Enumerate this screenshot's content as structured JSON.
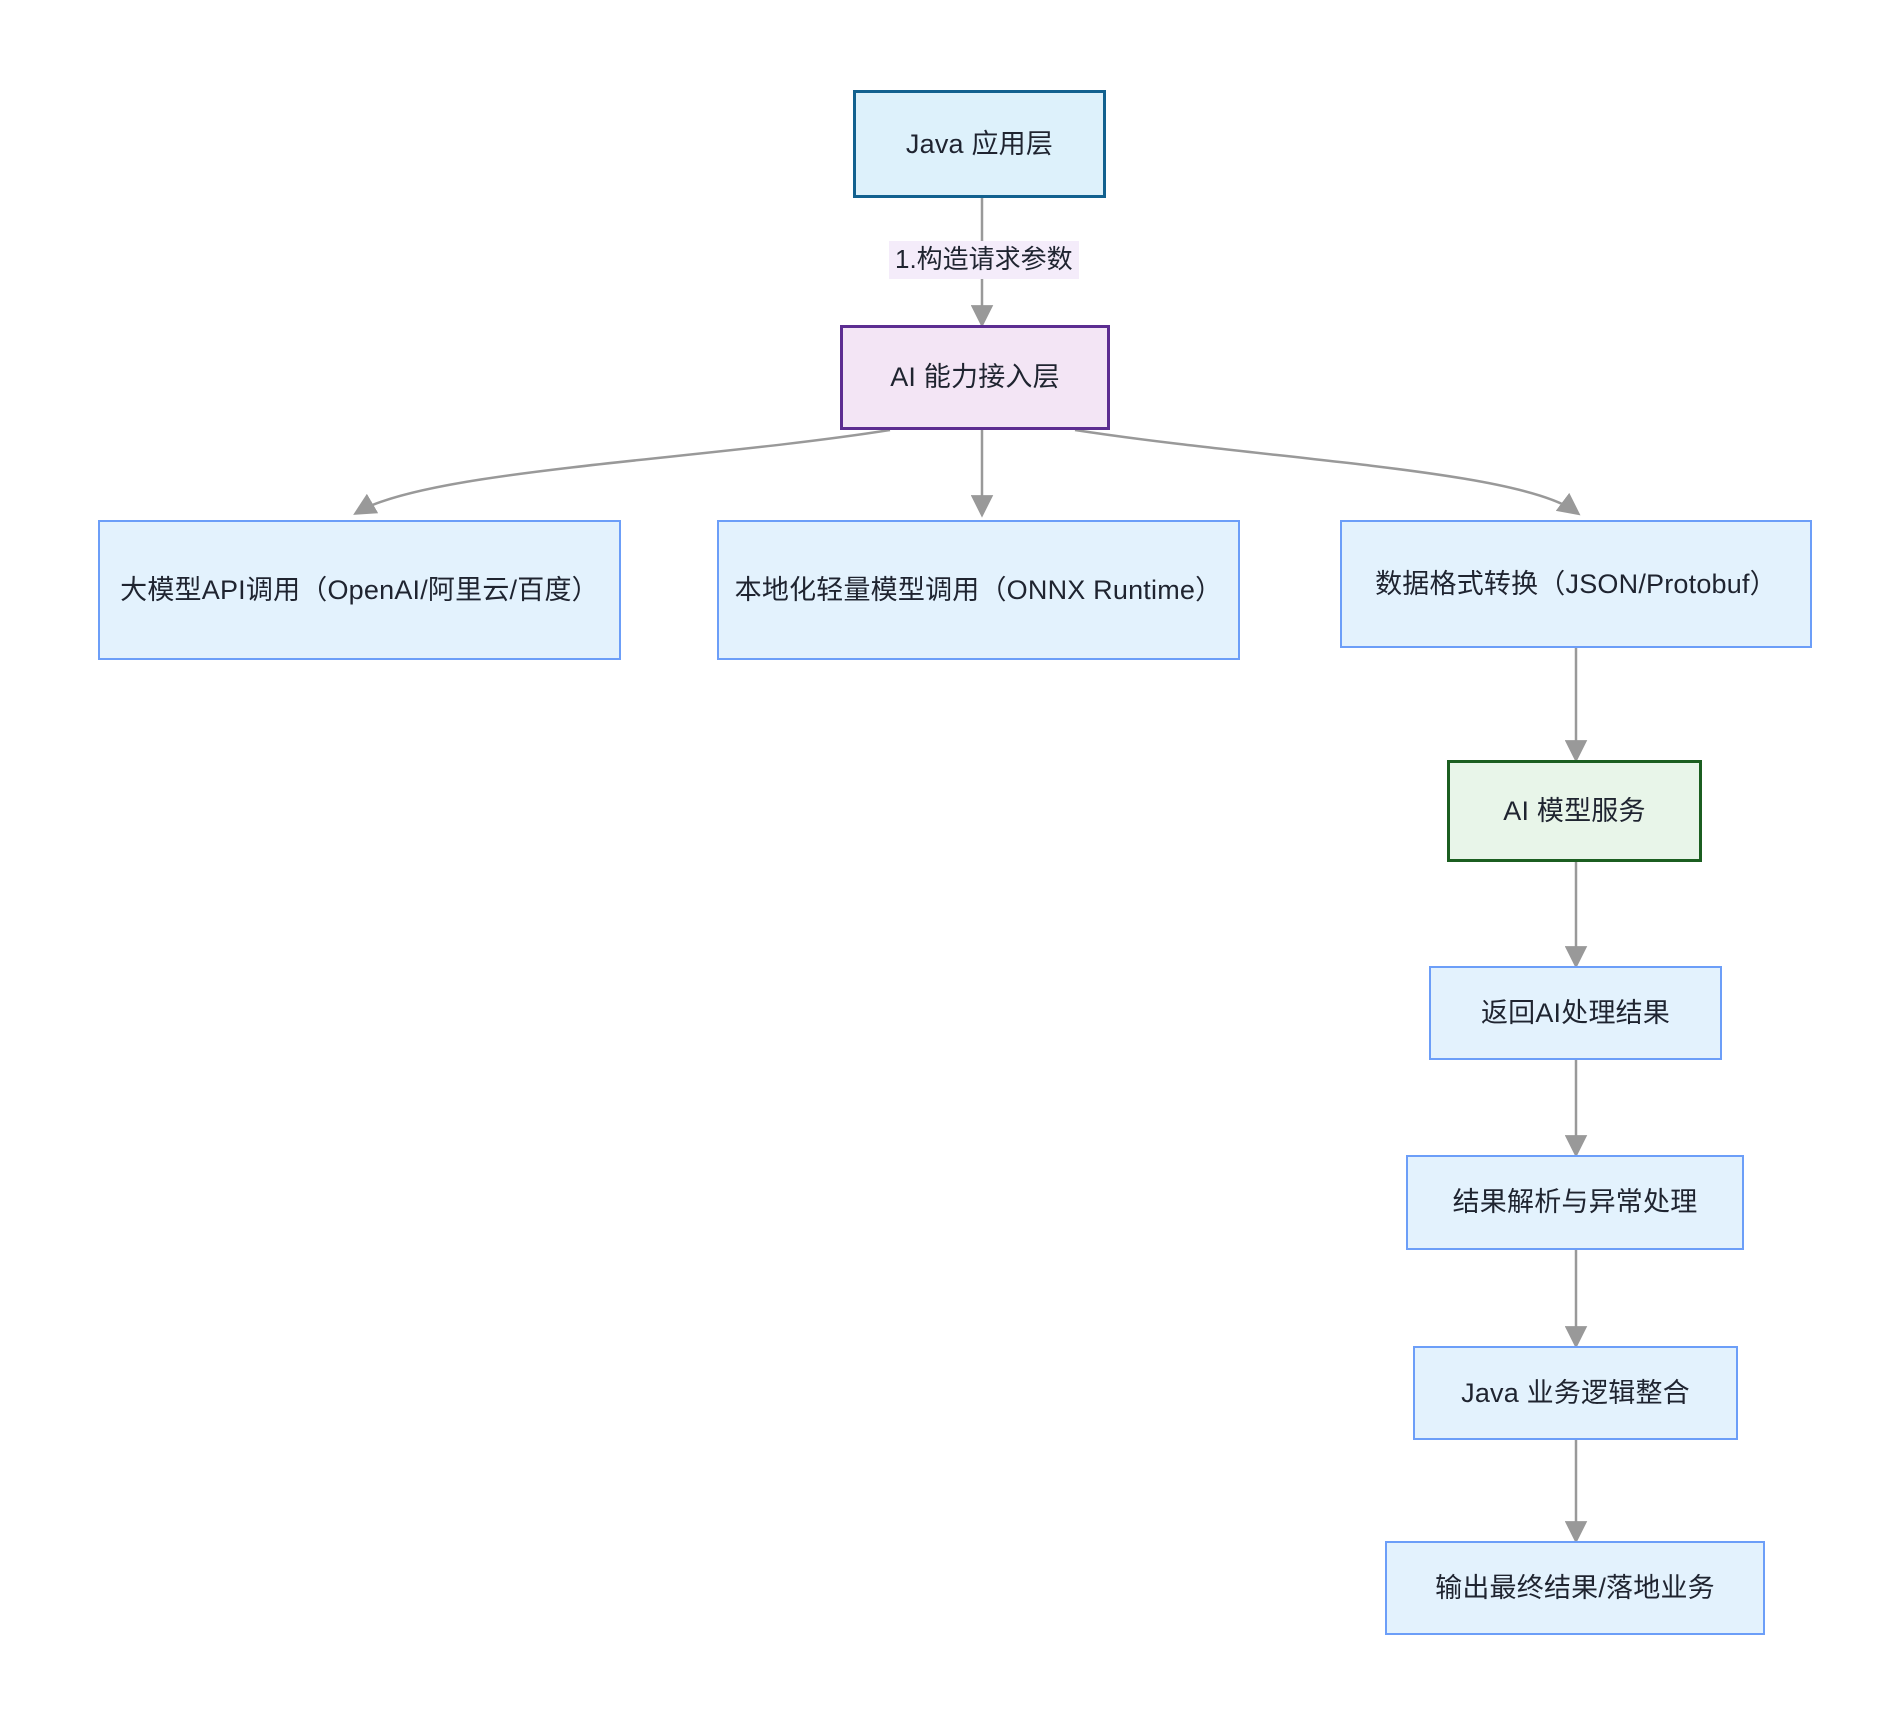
{
  "diagram": {
    "type": "flowchart",
    "direction": "top-down",
    "background_color": "#ffffff",
    "edge_color": "#999999",
    "nodes": [
      {
        "id": "java-app-layer",
        "label": "Java 应用层",
        "fill": "#ddf1fb",
        "stroke": "#12618f",
        "style": "blue-strong"
      },
      {
        "id": "ai-capability-layer",
        "label": "AI 能力接入层",
        "fill": "#f3e5f5",
        "stroke": "#5c2d91",
        "style": "purple"
      },
      {
        "id": "large-model-api-call",
        "label": "大模型API调用（OpenAI/阿里云/百度）",
        "fill": "#e3f2fd",
        "stroke": "#6c9ef8",
        "style": "blue"
      },
      {
        "id": "local-lightweight-model-call",
        "label": "本地化轻量模型调用（ONNX Runtime）",
        "fill": "#e3f2fd",
        "stroke": "#6c9ef8",
        "style": "blue"
      },
      {
        "id": "data-format-conversion",
        "label": "数据格式转换（JSON/Protobuf）",
        "fill": "#e3f2fd",
        "stroke": "#6c9ef8",
        "style": "blue"
      },
      {
        "id": "ai-model-service",
        "label": "AI 模型服务",
        "fill": "#e8f5e9",
        "stroke": "#1b5e20",
        "style": "green"
      },
      {
        "id": "return-ai-result",
        "label": "返回AI处理结果",
        "fill": "#e3f2fd",
        "stroke": "#6c9ef8",
        "style": "blue"
      },
      {
        "id": "result-parse-exception",
        "label": "结果解析与异常处理",
        "fill": "#e3f2fd",
        "stroke": "#6c9ef8",
        "style": "blue"
      },
      {
        "id": "java-business-logic",
        "label": "Java 业务逻辑整合",
        "fill": "#e3f2fd",
        "stroke": "#6c9ef8",
        "style": "blue"
      },
      {
        "id": "final-output",
        "label": "输出最终结果/落地业务",
        "fill": "#e3f2fd",
        "stroke": "#6c9ef8",
        "style": "blue"
      }
    ],
    "edges": [
      {
        "from": "java-app-layer",
        "to": "ai-capability-layer",
        "label": "1.构造请求参数",
        "label_background": "#f4ecfa"
      },
      {
        "from": "ai-capability-layer",
        "to": "large-model-api-call",
        "label": ""
      },
      {
        "from": "ai-capability-layer",
        "to": "local-lightweight-model-call",
        "label": ""
      },
      {
        "from": "ai-capability-layer",
        "to": "data-format-conversion",
        "label": ""
      },
      {
        "from": "data-format-conversion",
        "to": "ai-model-service",
        "label": ""
      },
      {
        "from": "ai-model-service",
        "to": "return-ai-result",
        "label": ""
      },
      {
        "from": "return-ai-result",
        "to": "result-parse-exception",
        "label": ""
      },
      {
        "from": "result-parse-exception",
        "to": "java-business-logic",
        "label": ""
      },
      {
        "from": "java-business-logic",
        "to": "final-output",
        "label": ""
      }
    ]
  }
}
